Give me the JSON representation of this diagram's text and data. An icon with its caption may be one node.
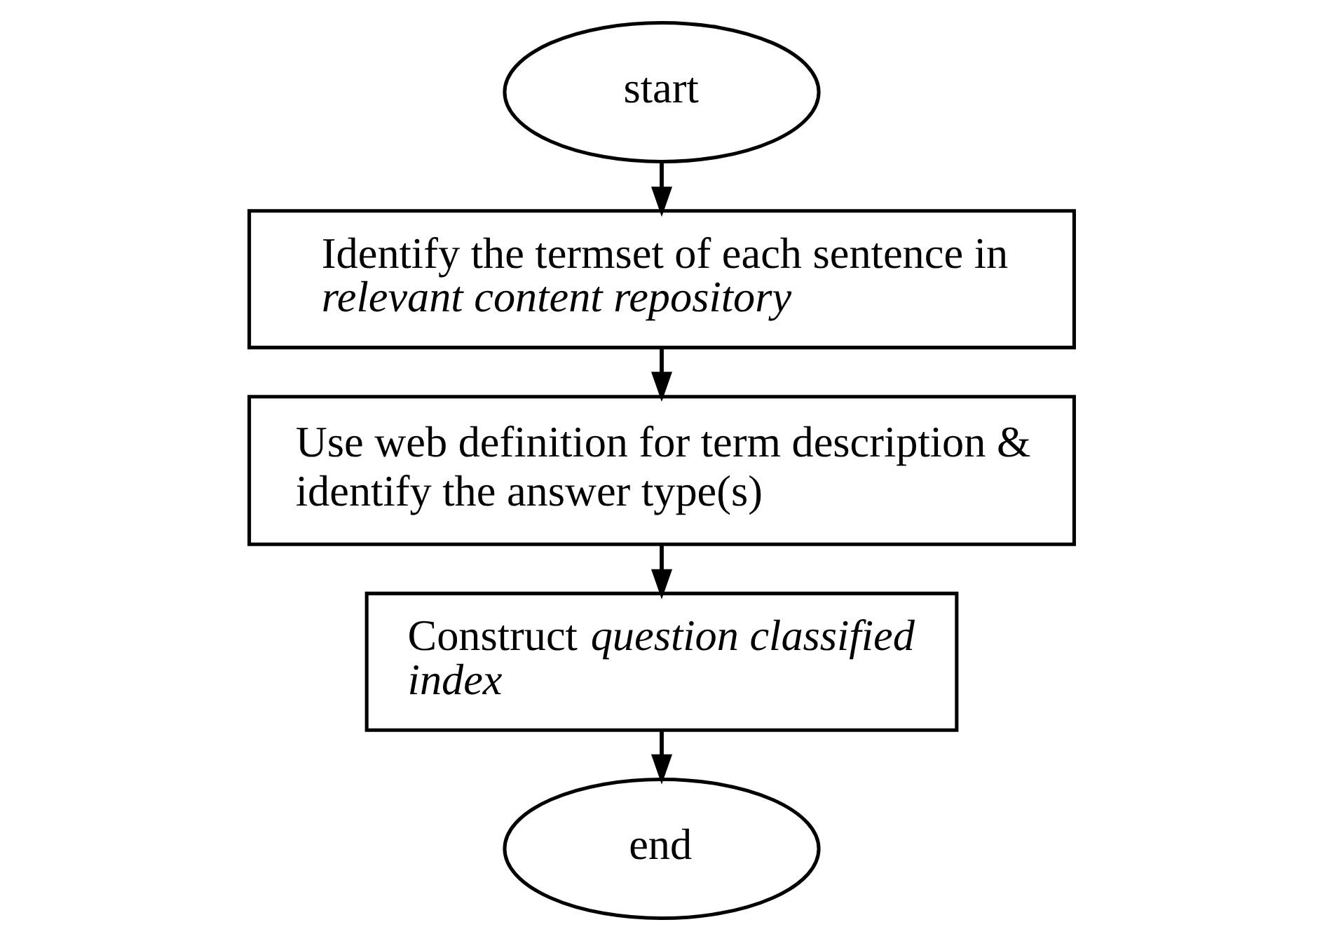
{
  "diagram": {
    "nodes": [
      {
        "text": [
          "start"
        ]
      },
      {
        "text": [
          "Identify the termset of each sentence in *relevant content repository*"
        ]
      },
      {
        "text": [
          "Use web definition for term description & identify the answer type(s)"
        ]
      },
      {
        "text": [
          "Construct *question classified index*"
        ]
      },
      {
        "text": [
          "end"
        ]
      }
    ],
    "edges": [
      {
        "from": 0,
        "to": 1,
        "arrow": "to"
      },
      {
        "from": 1,
        "to": 2,
        "arrow": "to"
      },
      {
        "from": 2,
        "to": 3,
        "arrow": "to"
      },
      {
        "from": 3,
        "to": 4,
        "arrow": "to"
      }
    ]
  }
}
